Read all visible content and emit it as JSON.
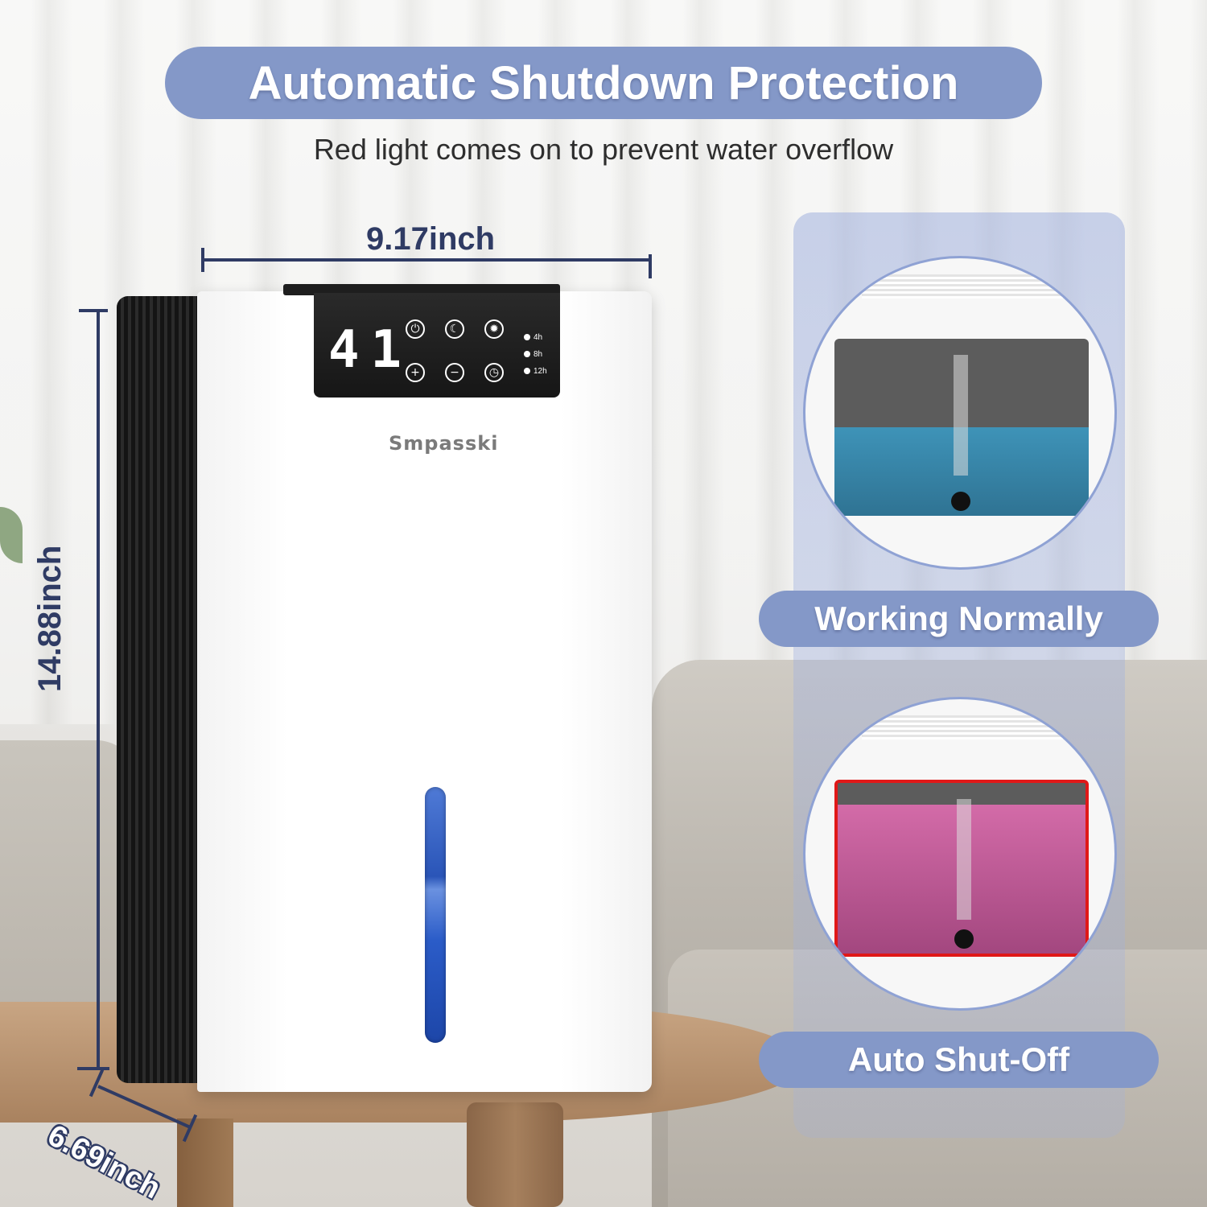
{
  "header": {
    "title": "Automatic Shutdown Protection",
    "subtitle": "Red light comes on to prevent water overflow"
  },
  "dimensions": {
    "width": "9.17inch",
    "height": "14.88inch",
    "depth": "6.69inch"
  },
  "product": {
    "brand": "Smpasski",
    "display_reading": "41",
    "timers": [
      "4h",
      "8h",
      "12h"
    ],
    "buttons": [
      "power-icon",
      "sleep-icon",
      "light-icon",
      "plus-icon",
      "minus-icon",
      "timer-icon"
    ]
  },
  "states": [
    {
      "label": "Working Normally",
      "water_color": "#2f7393"
    },
    {
      "label": "Auto Shut-Off",
      "water_color": "#a3477f",
      "alert_color": "#e01818"
    }
  ],
  "colors": {
    "accent": "#8498c8",
    "dimension": "#2f3b64"
  }
}
